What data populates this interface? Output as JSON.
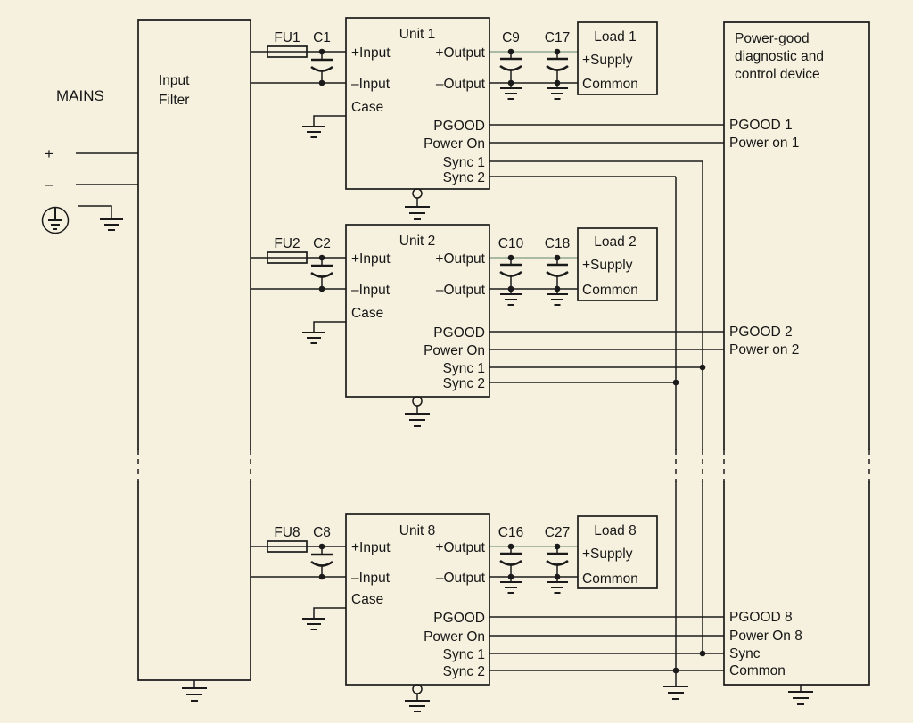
{
  "colors": {
    "background": "#f6f1de",
    "line": "#1a1a1a",
    "output_wire": "#9fb29b"
  },
  "mains": {
    "label": "MAINS",
    "plus": "+",
    "minus": "–"
  },
  "input_filter": {
    "label_line1": "Input",
    "label_line2": "Filter"
  },
  "device": {
    "title_line1": "Power-good",
    "title_line2": "diagnostic and",
    "title_line3": "control device",
    "pin_pgood1": "PGOOD 1",
    "pin_poweron1": "Power on 1",
    "pin_pgood2": "PGOOD 2",
    "pin_poweron2": "Power on 2",
    "pin_pgood8": "PGOOD 8",
    "pin_poweron8": "Power On 8",
    "pin_sync": "Sync",
    "pin_common": "Common"
  },
  "units": [
    {
      "title": "Unit 1",
      "fuse_label": "FU1",
      "input_cap_label": "C1",
      "pin_plus_input": "+Input",
      "pin_minus_input": "–Input",
      "pin_case": "Case",
      "pin_plus_output": "+Output",
      "pin_minus_output": "–Output",
      "pin_pgood": "PGOOD",
      "pin_power_on": "Power On",
      "pin_sync1": "Sync 1",
      "pin_sync2": "Sync 2",
      "output_cap1_label": "C9",
      "output_cap2_label": "C17",
      "load": {
        "title": "Load 1",
        "pin_supply": "+Supply",
        "pin_common": "Common"
      }
    },
    {
      "title": "Unit 2",
      "fuse_label": "FU2",
      "input_cap_label": "C2",
      "pin_plus_input": "+Input",
      "pin_minus_input": "–Input",
      "pin_case": "Case",
      "pin_plus_output": "+Output",
      "pin_minus_output": "–Output",
      "pin_pgood": "PGOOD",
      "pin_power_on": "Power On",
      "pin_sync1": "Sync 1",
      "pin_sync2": "Sync 2",
      "output_cap1_label": "C10",
      "output_cap2_label": "C18",
      "load": {
        "title": "Load 2",
        "pin_supply": "+Supply",
        "pin_common": "Common"
      }
    },
    {
      "title": "Unit 8",
      "fuse_label": "FU8",
      "input_cap_label": "C8",
      "pin_plus_input": "+Input",
      "pin_minus_input": "–Input",
      "pin_case": "Case",
      "pin_plus_output": "+Output",
      "pin_minus_output": "–Output",
      "pin_pgood": "PGOOD",
      "pin_power_on": "Power On",
      "pin_sync1": "Sync 1",
      "pin_sync2": "Sync 2",
      "output_cap1_label": "C16",
      "output_cap2_label": "C27",
      "load": {
        "title": "Load 8",
        "pin_supply": "+Supply",
        "pin_common": "Common"
      }
    }
  ]
}
